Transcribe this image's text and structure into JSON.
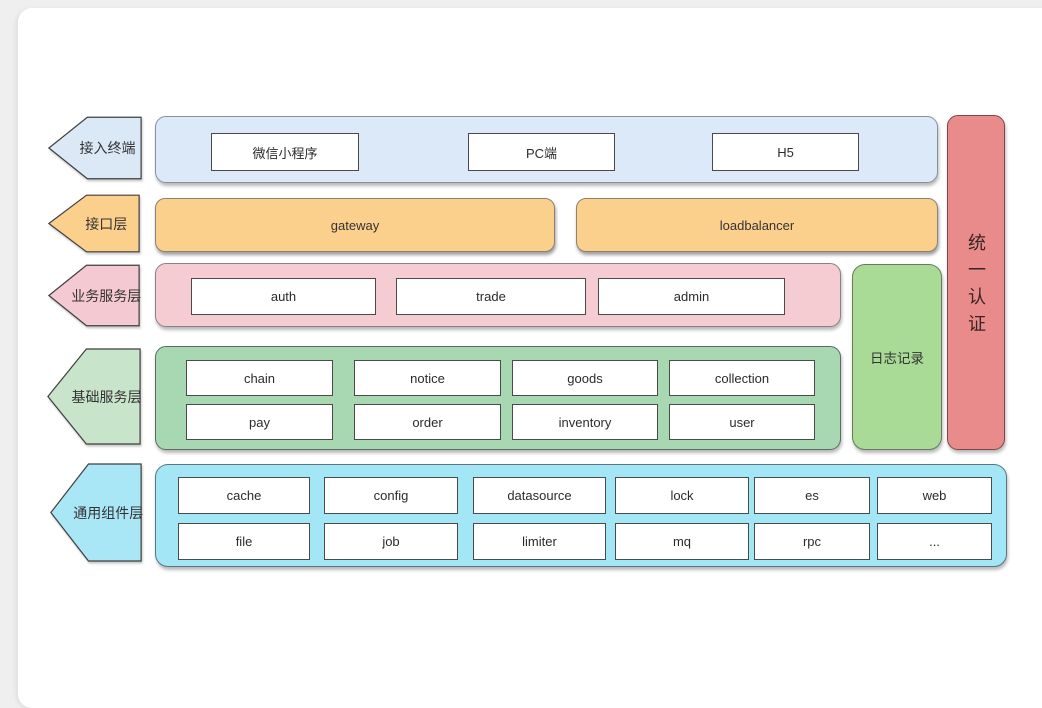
{
  "diagram": {
    "layers": {
      "terminal": {
        "label": "接入终端"
      },
      "interface": {
        "label": "接口层"
      },
      "business": {
        "label": "业务服务层"
      },
      "base": {
        "label": "基础服务层"
      },
      "component": {
        "label": "通用组件层"
      }
    },
    "terminal_row": {
      "items": [
        "微信小程序",
        "PC端",
        "H5"
      ]
    },
    "interface_row": {
      "items": [
        "gateway",
        "loadbalancer"
      ]
    },
    "business_row": {
      "items": [
        "auth",
        "trade",
        "admin"
      ]
    },
    "base_row": {
      "row1": [
        "chain",
        "notice",
        "goods",
        "collection"
      ],
      "row2": [
        "pay",
        "order",
        "inventory",
        "user"
      ]
    },
    "component_row": {
      "row1": [
        "cache",
        "config",
        "datasource",
        "lock",
        "es",
        "web"
      ],
      "row2": [
        "file",
        "job",
        "limiter",
        "mq",
        "rpc",
        "..."
      ]
    },
    "log_box": {
      "label": "日志记录"
    },
    "auth_bar": {
      "label": "统一认证"
    },
    "colors": {
      "terminal_layer": "#dce9f8",
      "interface_layer": "#fbd08d",
      "business_layer": "#f6ccd3",
      "base_layer": "#a7d8b1",
      "component_layer": "#a3e7f6",
      "log_box": "#a9db97",
      "auth_bar": "#e98b8b"
    }
  }
}
